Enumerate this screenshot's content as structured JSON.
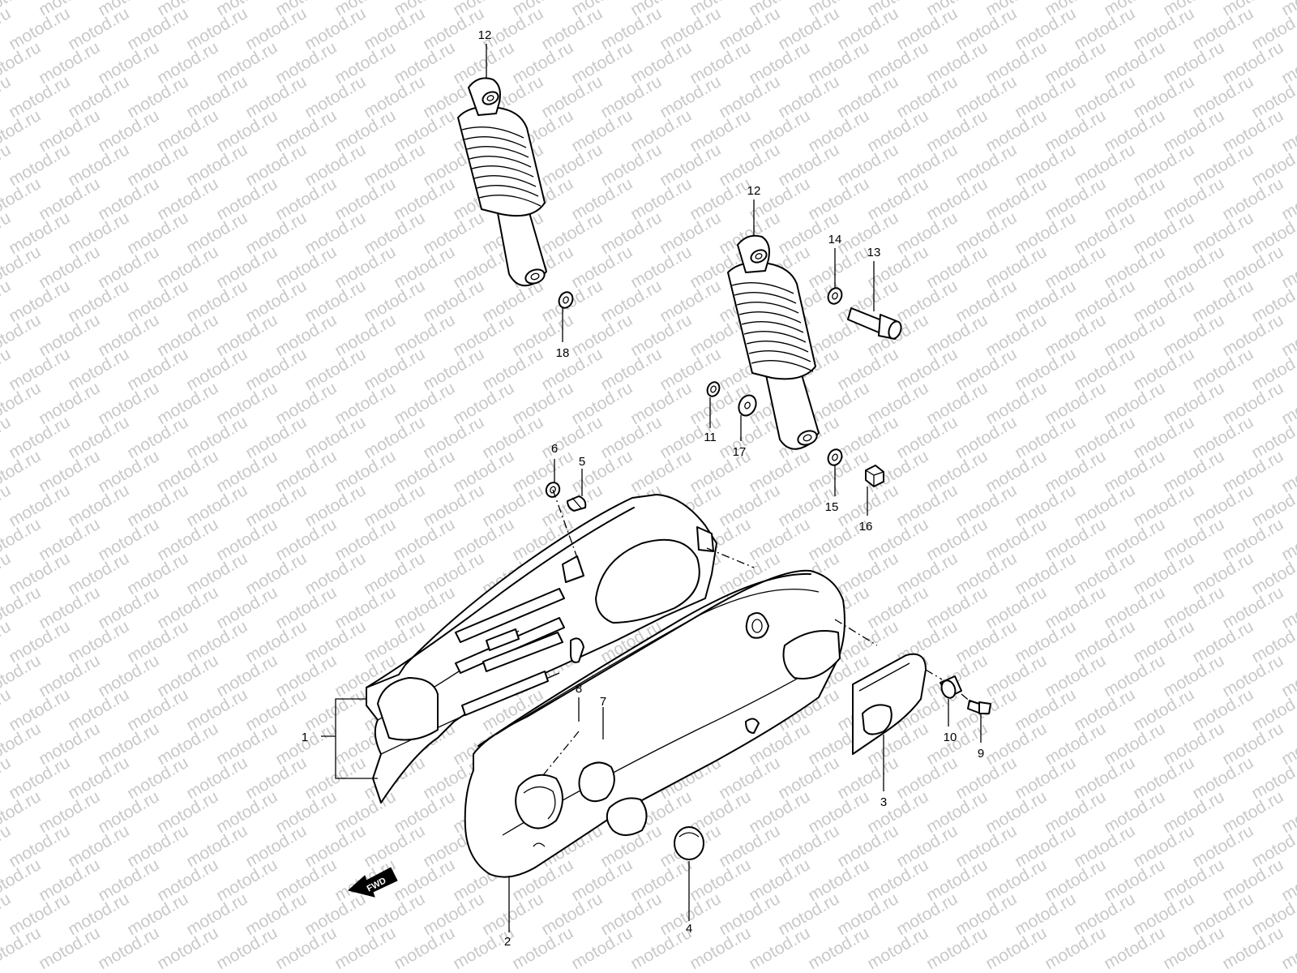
{
  "watermark": "motod.ru",
  "callouts": {
    "c1": "1",
    "c2": "2",
    "c3": "3",
    "c4": "4",
    "c5": "5",
    "c6": "6",
    "c7": "7",
    "c8": "8",
    "c9": "9",
    "c10": "10",
    "c11": "11",
    "c12a": "12",
    "c12b": "12",
    "c13": "13",
    "c14": "14",
    "c15": "15",
    "c16": "16",
    "c17": "17",
    "c18": "18"
  },
  "fwd_label": "FWD"
}
